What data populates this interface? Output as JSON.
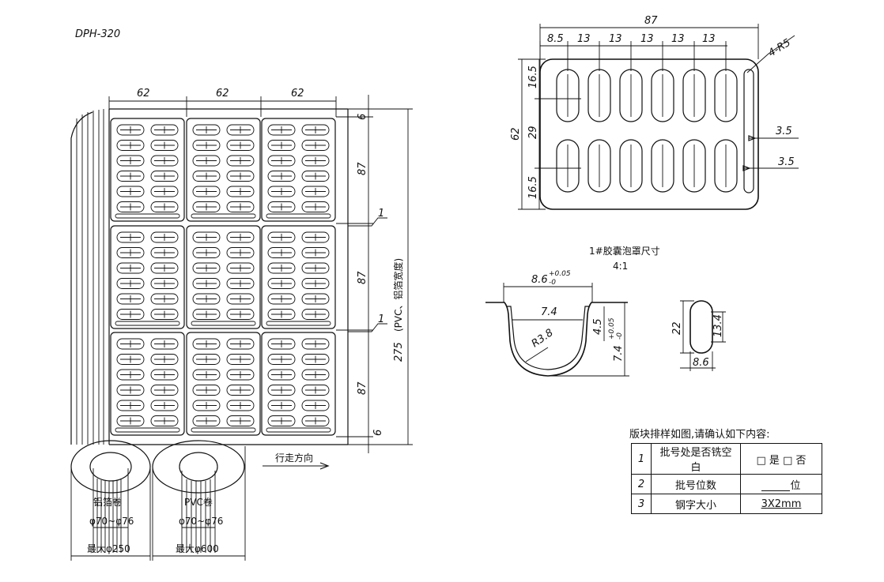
{
  "model": "DPH-320",
  "layout_dims": {
    "col_widths": [
      "62",
      "62",
      "62"
    ],
    "row_heights": [
      "87",
      "87",
      "87"
    ],
    "top_margin": "6",
    "bottom_margin": "6",
    "gap": "1",
    "gap2": "1",
    "total": "275",
    "total_note": "(PVC、铝箔宽度)",
    "direction": "行走方向"
  },
  "rolls": {
    "foil": {
      "label": "铝箔卷",
      "core": "φ70~φ76",
      "max": "最大φ250"
    },
    "pvc": {
      "label": "PVC卷",
      "core": "φ70~φ76",
      "max": "最大φ600"
    }
  },
  "plate_detail": {
    "width": "87",
    "pitches": [
      "8.5",
      "13",
      "13",
      "13",
      "13",
      "13"
    ],
    "corner": "4-R5",
    "height": "62",
    "rows": [
      "16.5",
      "29",
      "16.5"
    ],
    "slot1": "3.5",
    "slot2": "3.5"
  },
  "capsule_section": {
    "caption": "1#胶囊泡罩尺寸",
    "scale": "4:1",
    "top_width": "8.6",
    "top_tol_up": "+0.05",
    "top_tol_dn": "-0",
    "inner_width": "7.4",
    "radius": "R3.8",
    "depth_a": "4.5",
    "depth_b": "7.4",
    "depth_tol_up": "+0.05",
    "depth_tol_dn": "-0"
  },
  "capsule_plan": {
    "length": "22",
    "straight": "13.4",
    "width": "8.6"
  },
  "confirm": {
    "title": "版块排样如图,请确认如下内容:",
    "rows": [
      {
        "no": "1",
        "item": "批号处是否铣空白",
        "value": "□ 是  □ 否"
      },
      {
        "no": "2",
        "item": "批号位数",
        "value": "位"
      },
      {
        "no": "3",
        "item": "钢字大小",
        "value": "3X2mm"
      }
    ]
  }
}
